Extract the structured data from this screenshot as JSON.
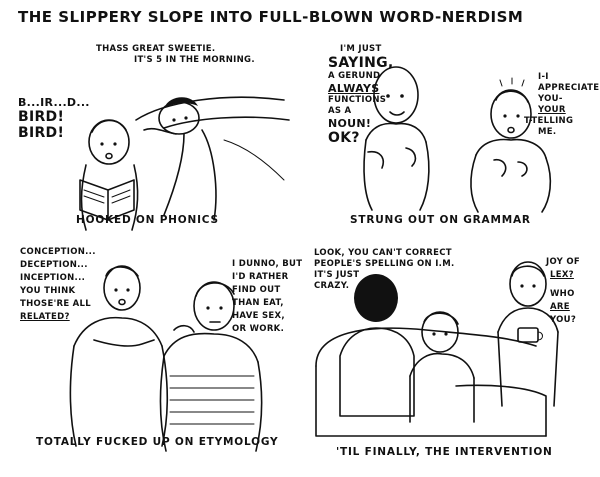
{
  "title": "THE SLIPPERY SLOPE INTO FULL-BLOWN WORD-NERDISM",
  "panels": [
    {
      "caption": "HOOKED ON PHONICS",
      "dialogue": {
        "parent": [
          "THASS GREAT SWEETIE.",
          "IT'S 5 IN THE MORNING."
        ],
        "child": [
          "B...IR...D...",
          "BIRD!",
          "BIRD!"
        ]
      }
    },
    {
      "caption": "STRUNG OUT ON GRAMMAR",
      "dialogue": {
        "speaker": [
          "I'M JUST",
          "SAYING,",
          "A GERUND",
          "ALWAYS",
          "FUNCTIONS",
          "AS A",
          "NOUN!",
          "OK?"
        ],
        "listener": [
          "I-I",
          "APPRECIATE",
          "YOU-",
          "YOUR",
          "T-TELLING",
          "ME."
        ]
      }
    },
    {
      "caption": "TOTALLY FUCKED UP ON ETYMOLOGY",
      "dialogue": {
        "speaker": [
          "CONCEPTION...",
          "DECEPTION...",
          "INCEPTION...",
          "YOU THINK",
          "THOSE'RE ALL",
          "RELATED?"
        ],
        "listener": [
          "I DUNNO, BUT",
          "I'D RATHER",
          "FIND OUT",
          "THAN EAT,",
          "HAVE SEX,",
          "OR WORK."
        ]
      }
    },
    {
      "caption": "'TIL FINALLY, THE INTERVENTION",
      "dialogue": {
        "friend": [
          "LOOK, YOU CAN'T CORRECT",
          "PEOPLE'S SPELLING ON I.M.",
          "IT'S JUST",
          "CRAZY."
        ],
        "aside": [
          "JOY OF",
          "LEX?",
          "WHO",
          "ARE",
          "YOU?"
        ]
      }
    }
  ]
}
